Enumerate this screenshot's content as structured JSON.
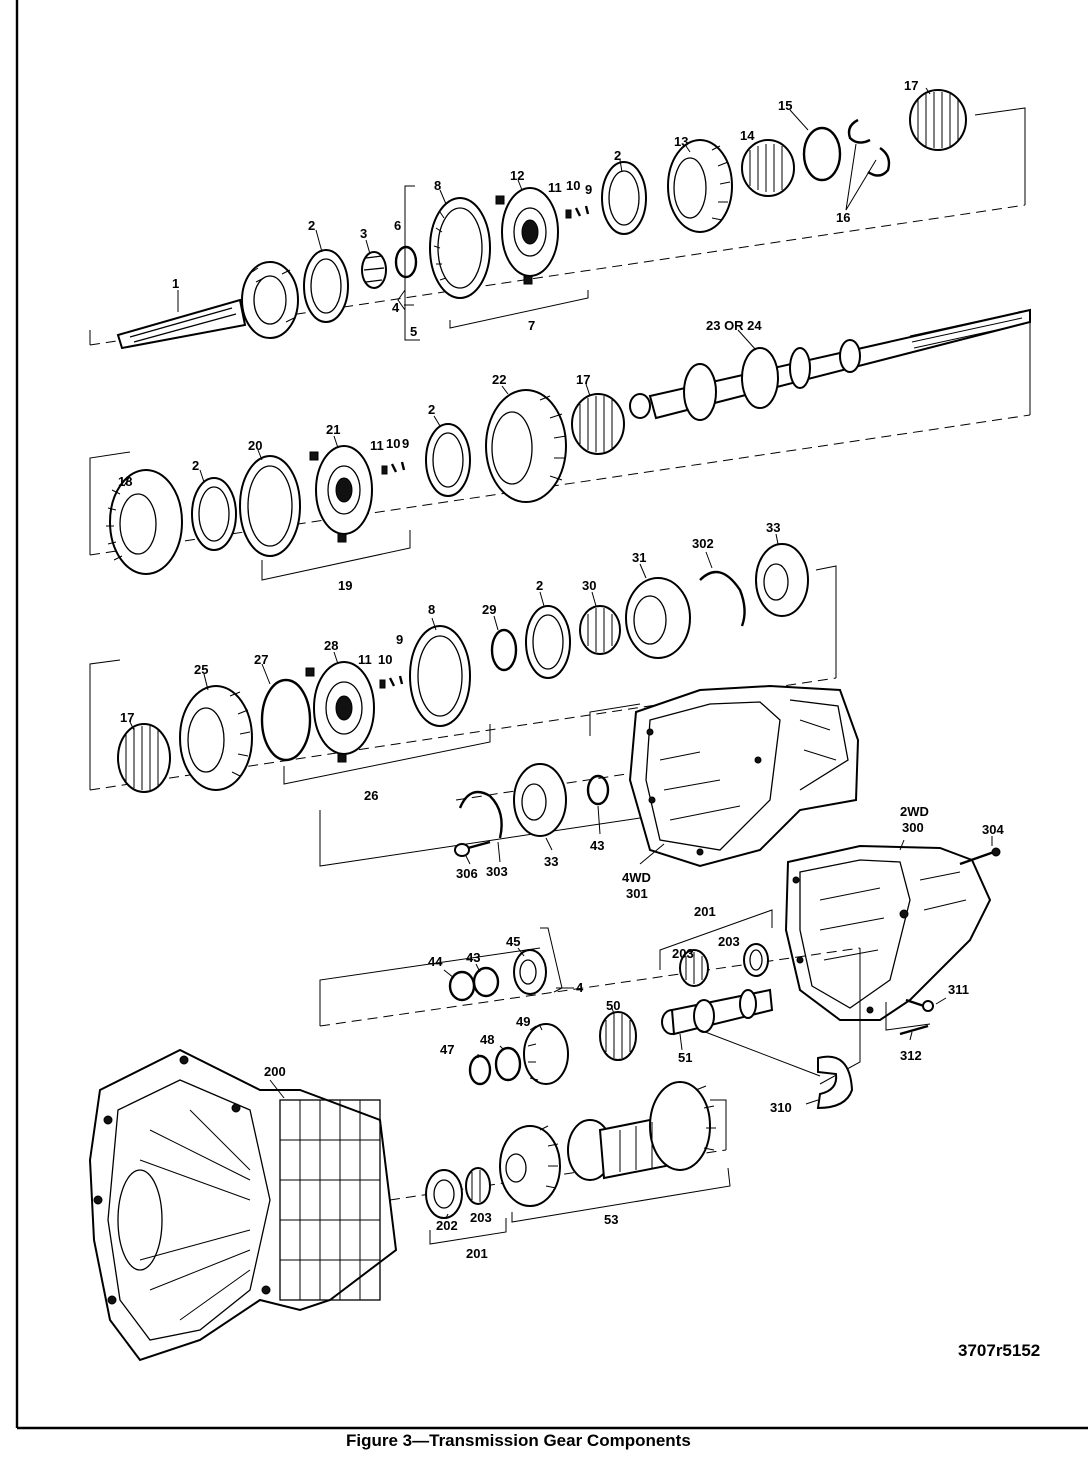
{
  "figure": {
    "caption": "Figure 3—Transmission Gear Components",
    "reference_code": "3707r5152"
  },
  "callouts": {
    "c1": "1",
    "c2a": "2",
    "c3": "3",
    "c6": "6",
    "c8a": "8",
    "c4a": "4",
    "c5": "5",
    "c12": "12",
    "c11a": "11",
    "c10a": "10",
    "c9a": "9",
    "c7": "7",
    "c2b": "2",
    "c13": "13",
    "c14": "14",
    "c15": "15",
    "c16": "16",
    "c17a": "17",
    "c2324": "23 OR 24",
    "c18": "18",
    "c2c": "2",
    "c20": "20",
    "c21": "21",
    "c11b": "11",
    "c10b": "10",
    "c9b": "9",
    "c19": "19",
    "c2d": "2",
    "c22": "22",
    "c17b": "17",
    "c17c": "17",
    "c25": "25",
    "c27": "27",
    "c28": "28",
    "c11c": "11",
    "c10c": "10",
    "c9c": "9",
    "c26": "26",
    "c8b": "8",
    "c29": "29",
    "c2e": "2",
    "c30": "30",
    "c31": "31",
    "c302": "302",
    "c33a": "33",
    "c306": "306",
    "c303": "303",
    "c33b": "33",
    "c43a": "43",
    "c4wd": "4WD",
    "c301": "301",
    "c2wd": "2WD",
    "c300": "300",
    "c304": "304",
    "c44": "44",
    "c43b": "43",
    "c45": "45",
    "c4b": "4",
    "c201a": "201",
    "c203a": "203",
    "c203b": "203",
    "c311": "311",
    "c312": "312",
    "c47": "47",
    "c48": "48",
    "c49": "49",
    "c50": "50",
    "c51": "51",
    "c310": "310",
    "c200": "200",
    "c202": "202",
    "c203c": "203",
    "c201b": "201",
    "c53": "53"
  }
}
